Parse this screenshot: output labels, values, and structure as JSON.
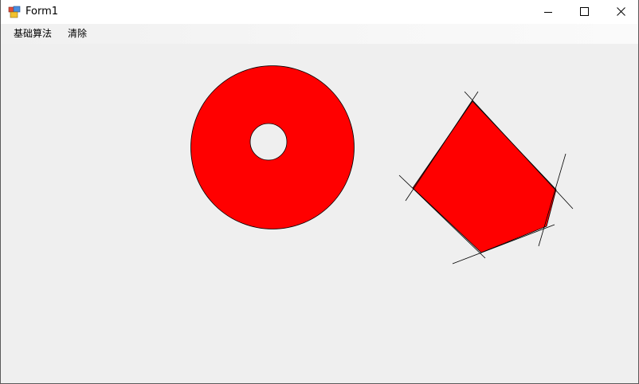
{
  "window": {
    "title": "Form1",
    "controls": {
      "minimize_icon": "minimize-icon",
      "maximize_icon": "maximize-icon",
      "close_icon": "close-icon"
    }
  },
  "menu": {
    "items": [
      {
        "label": "基础算法"
      },
      {
        "label": "清除"
      }
    ]
  },
  "canvas": {
    "fill_color": "#ff0000",
    "stroke_color": "#000000",
    "background": "#efefef",
    "shapes": [
      {
        "kind": "ring",
        "description": "annulus"
      },
      {
        "kind": "polygon",
        "sides": 5
      }
    ]
  }
}
